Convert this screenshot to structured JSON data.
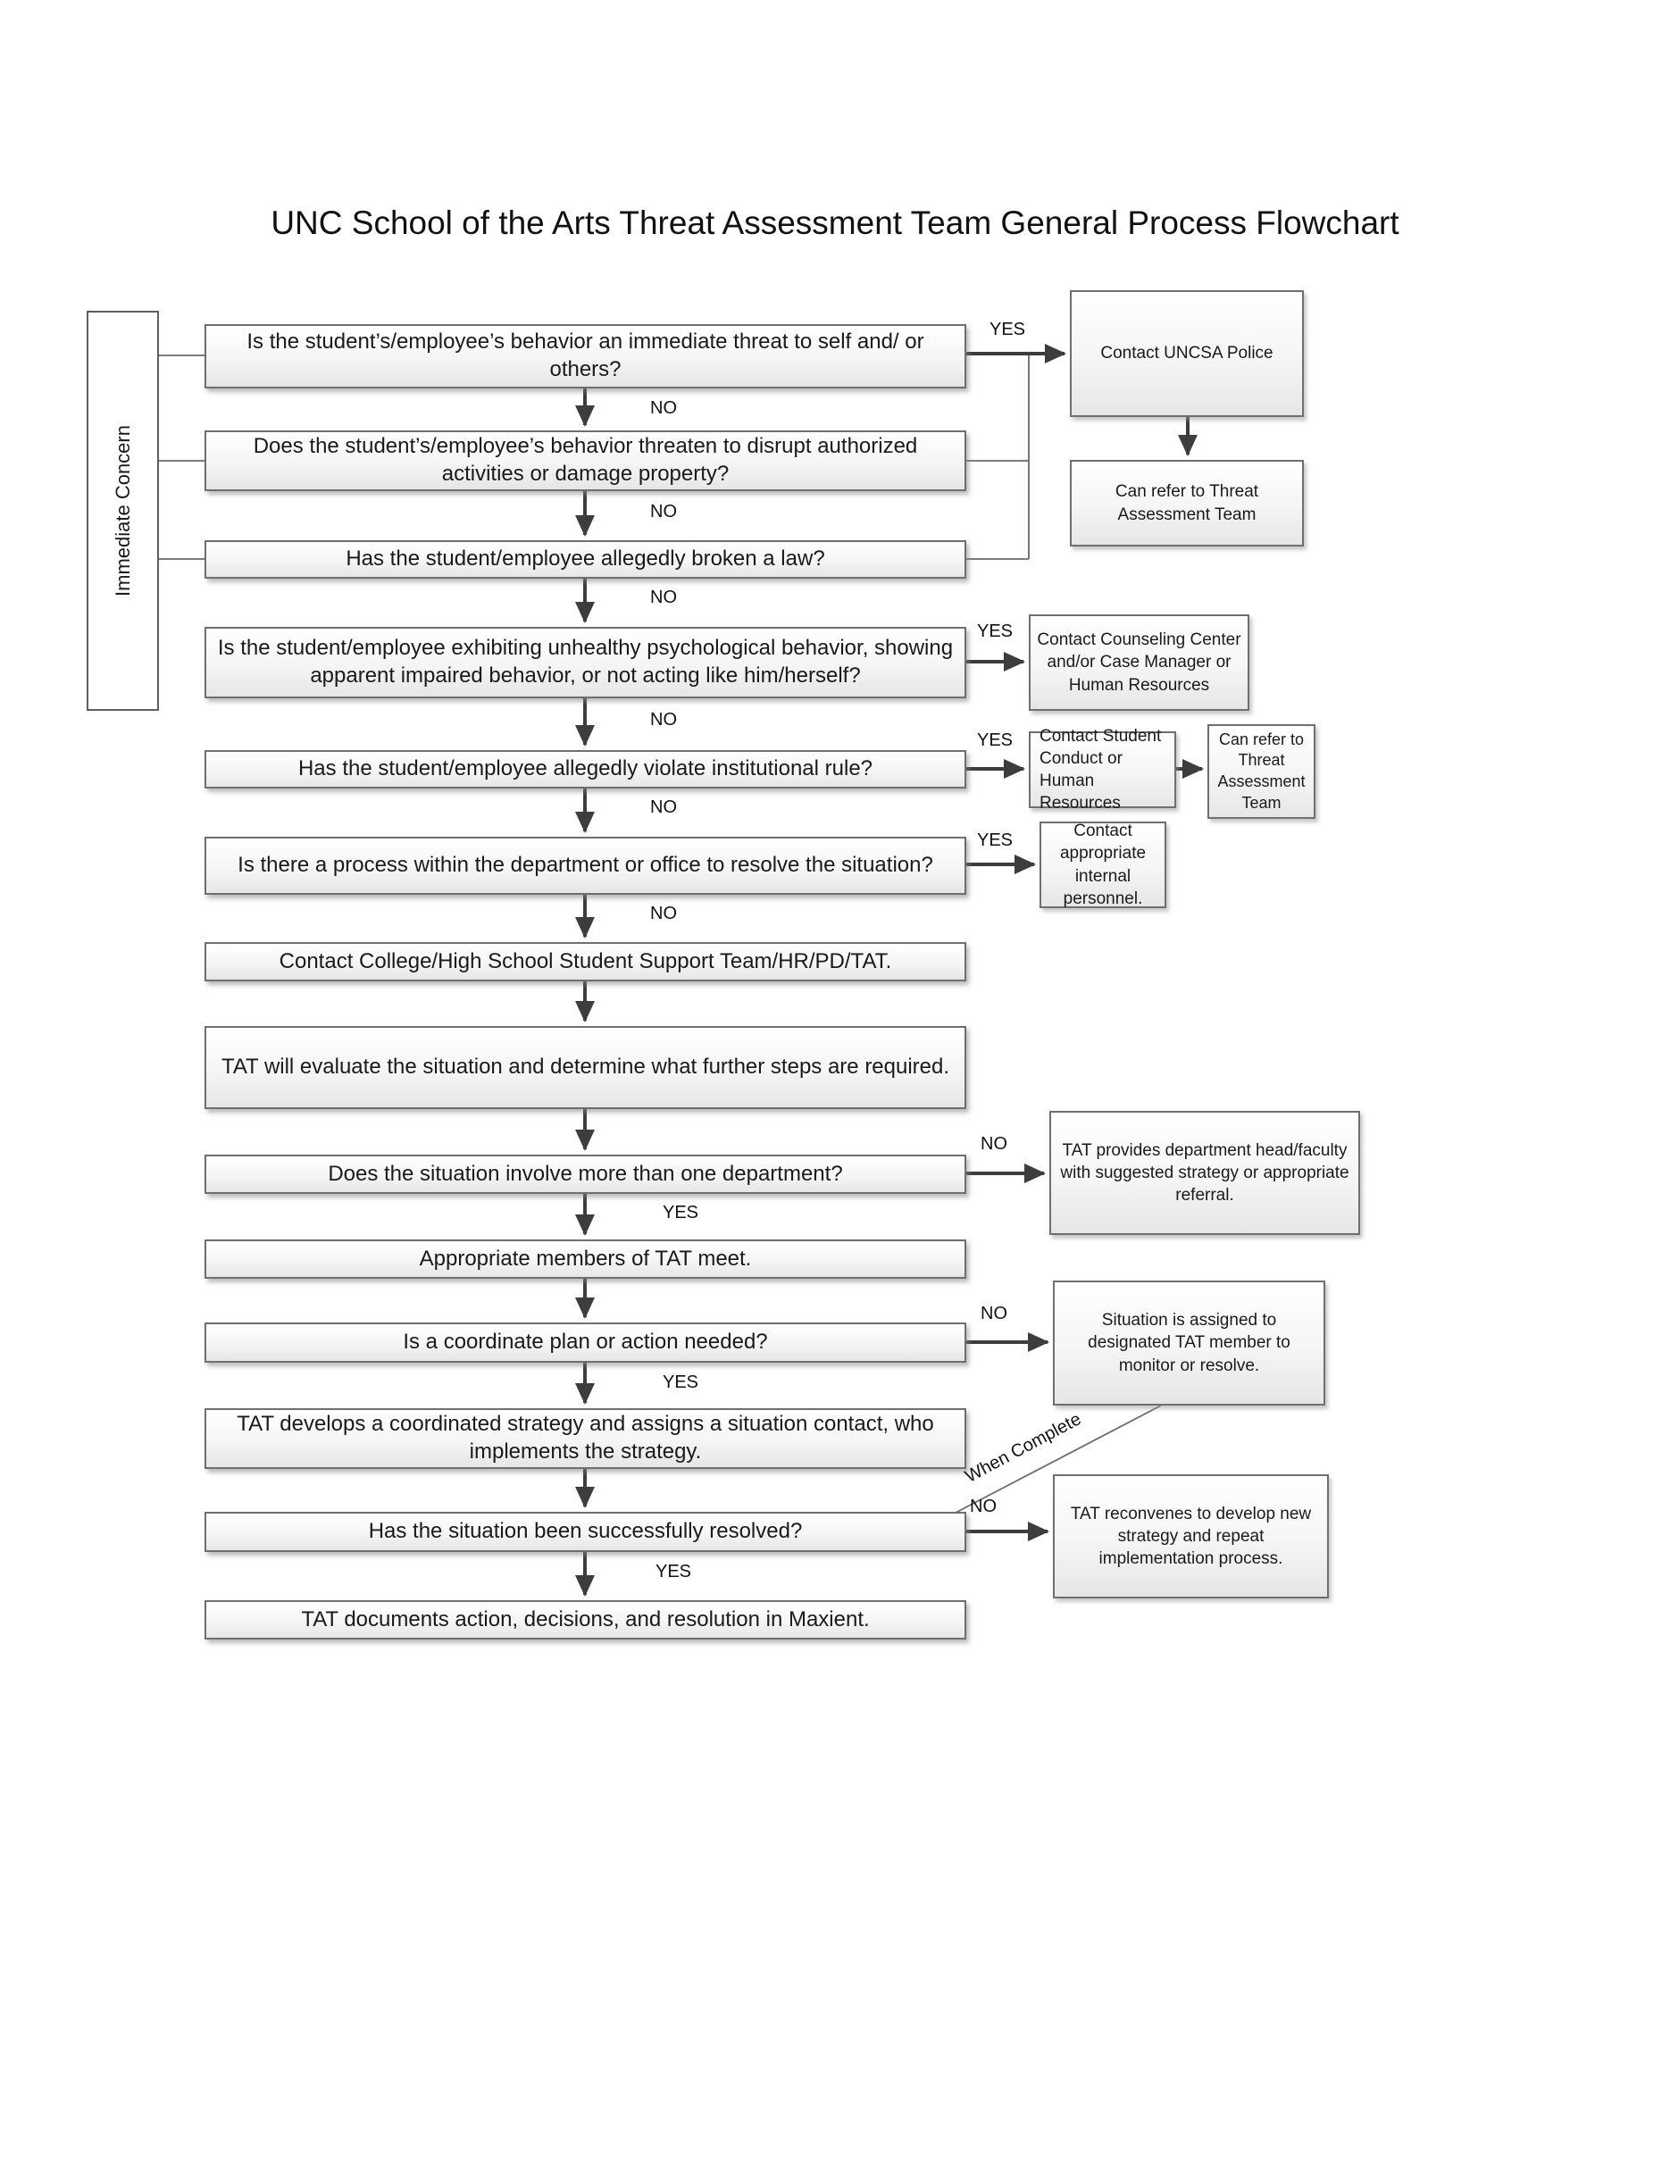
{
  "title": "UNC School of the Arts Threat Assessment Team General Process Flowchart",
  "sidebar": {
    "label": "Immediate Concern"
  },
  "edge_labels": {
    "yes": "YES",
    "no": "NO",
    "when_complete": "When Complete"
  },
  "nodes": {
    "q_immediate_threat": "Is the student’s/employee’s behavior an immediate threat to self and/ or others?",
    "q_disrupt": "Does the student’s/employee’s behavior threaten to disrupt authorized activities or damage property?",
    "q_broken_law": "Has the student/employee allegedly broken a law?",
    "q_psychological": "Is the student/employee exhibiting unhealthy psychological behavior, showing apparent impaired behavior, or not acting like him/herself?",
    "q_institutional_rule": "Has the student/employee allegedly violate institutional rule?",
    "q_internal_process": "Is there a process within the department or office to resolve the situation?",
    "contact_support_team": "Contact College/High School Student Support Team/HR/PD/TAT.",
    "tat_evaluate": "TAT will evaluate the situation and determine what further steps are required.",
    "q_multiple_departments": "Does the situation involve more than one department?",
    "tat_members_meet": "Appropriate members of TAT meet.",
    "q_coordinate_plan": "Is a coordinate plan or action needed?",
    "tat_strategy": "TAT develops a coordinated strategy and assigns a situation contact, who implements the strategy.",
    "q_resolved": "Has the situation been successfully resolved?",
    "tat_documents": "TAT documents action, decisions, and resolution in Maxient.",
    "contact_police": "Contact UNCSA Police",
    "refer_tat_top": "Can refer to Threat Assessment Team",
    "contact_counseling": "Contact Counseling Center and/or Case Manager or Human Resources",
    "contact_conduct": "Contact Student Conduct or Human Resources",
    "refer_tat_mid": "Can refer to Threat Assessment Team",
    "contact_internal": "Contact appropriate internal personnel.",
    "tat_provides": "TAT provides department head/faculty with suggested strategy or appropriate referral.",
    "situation_assigned": "Situation is assigned to designated TAT member to monitor or resolve.",
    "tat_reconvenes": "TAT reconvenes to develop new strategy and repeat implementation process."
  }
}
